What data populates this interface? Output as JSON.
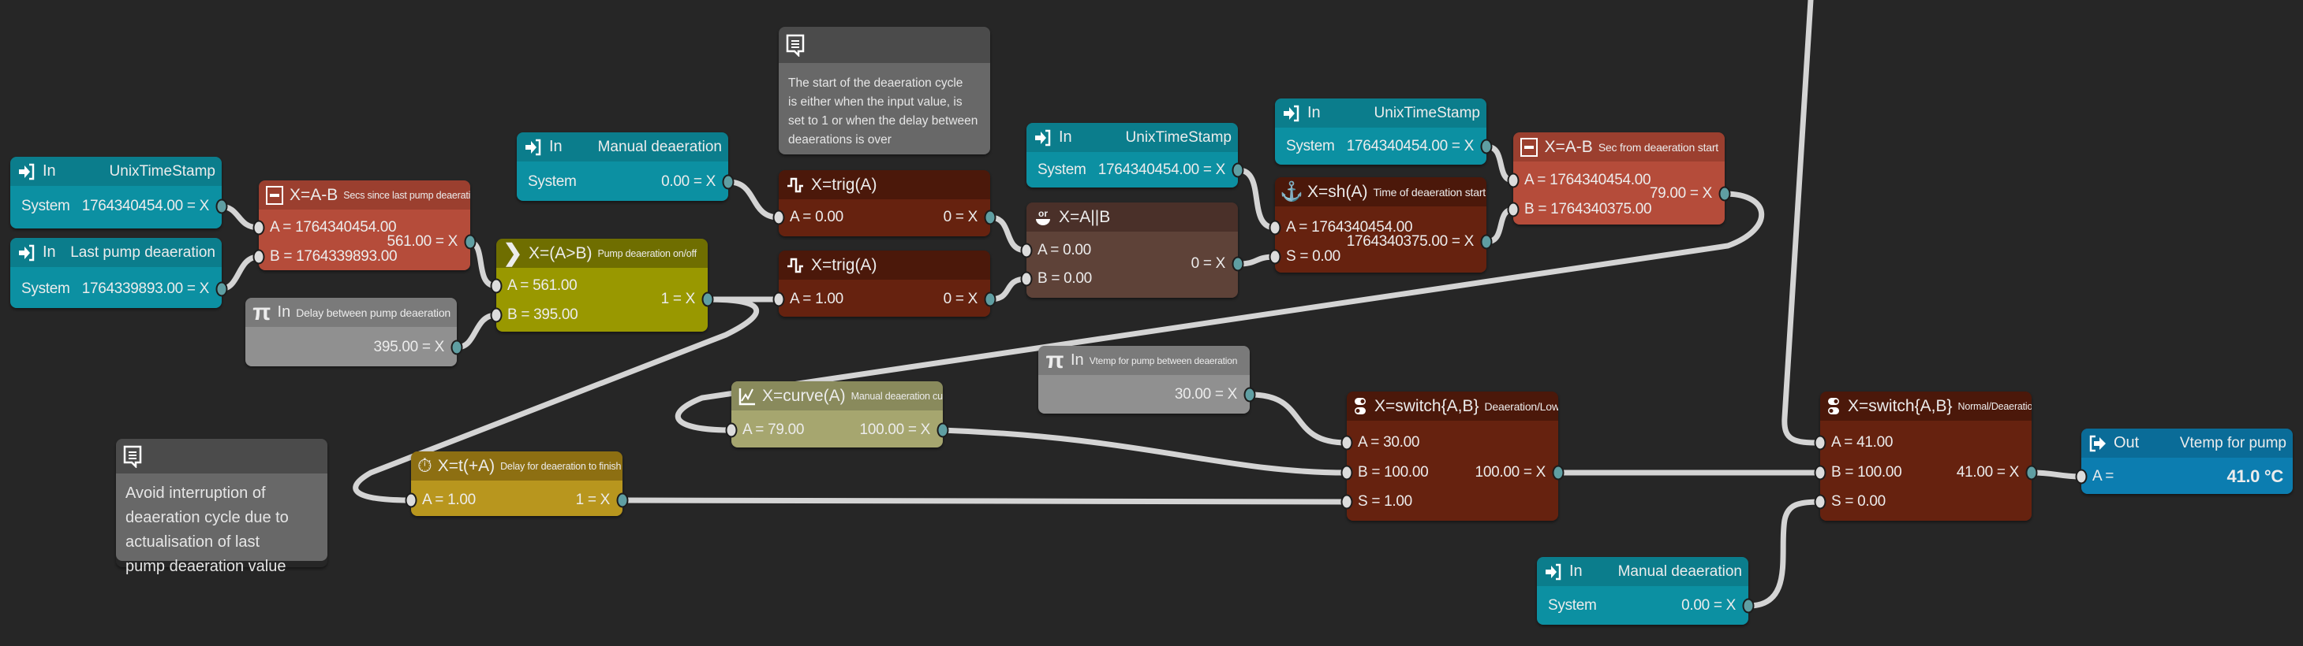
{
  "nodes": {
    "in_unix_1": {
      "kind": "In",
      "title": "UnixTimeStamp",
      "source": "System",
      "output": "1764340454.00 = X"
    },
    "in_last_pump": {
      "kind": "In",
      "title": "Last pump deaeration",
      "source": "System",
      "output": "1764339893.00 = X"
    },
    "sub_secs_since": {
      "formula": "X=A-B",
      "title": "Secs since last pump deaeration",
      "a": "A = 1764340454.00",
      "b": "B = 1764339893.00",
      "output": "561.00 = X"
    },
    "const_delay": {
      "kind": "In",
      "title": "Delay between pump deaeration",
      "output": "395.00 = X"
    },
    "cmp_pump": {
      "formula": "X=(A>B)",
      "title": "Pump deaeration on/off",
      "a": "A = 561.00",
      "b": "B = 395.00",
      "output": "1 = X"
    },
    "in_manual_1": {
      "kind": "In",
      "title": "Manual deaeration",
      "source": "System",
      "output": "0.00 = X"
    },
    "comment_1": {
      "lines": [
        "The start of the deaeration cycle",
        "is either when the input value, is",
        "set to 1 or when the delay between",
        "deaerations is over"
      ]
    },
    "trig_1": {
      "formula": "X=trig(A)",
      "a": "A = 0.00",
      "output": "0 = X"
    },
    "trig_2": {
      "formula": "X=trig(A)",
      "a": "A = 1.00",
      "output": "0 = X"
    },
    "in_unix_2": {
      "kind": "In",
      "title": "UnixTimeStamp",
      "source": "System",
      "output": "1764340454.00 = X"
    },
    "or": {
      "icon_label": "or",
      "formula": "X=A||B",
      "a": "A = 0.00",
      "b": "B = 0.00",
      "output": "0 = X"
    },
    "in_unix_3": {
      "kind": "In",
      "title": "UnixTimeStamp",
      "source": "System",
      "output": "1764340454.00 = X"
    },
    "sh": {
      "formula": "X=sh(A)",
      "title": "Time of deaeration start",
      "a": "A = 1764340454.00",
      "s": "S = 0.00",
      "output": "1764340375.00 = X"
    },
    "sub_sec_from": {
      "formula": "X=A-B",
      "title": "Sec from deaeration start",
      "a": "A = 1764340454.00",
      "b": "B = 1764340375.00",
      "output": "79.00 = X"
    },
    "curve": {
      "formula": "X=curve(A)",
      "title": "Manual deaeration curve",
      "a": "A = 79.00",
      "output": "100.00 = X"
    },
    "comment_2": {
      "lines": [
        "Avoid interruption of",
        "deaeration cycle due to",
        "actualisation of last",
        "pump deaeration value"
      ]
    },
    "timer": {
      "formula": "X=t(+A)",
      "title": "Delay for deaeration to finish",
      "a": "A = 1.00",
      "output": "1 = X"
    },
    "const_vtemp": {
      "kind": "In",
      "title": "Vtemp for pump between deaeration",
      "output": "30.00 = X"
    },
    "switch_1": {
      "formula": "X=switch{A,B}",
      "title": "Deaeration/Low",
      "a": "A = 30.00",
      "b": "B = 100.00",
      "s": "S = 1.00",
      "output": "100.00 = X"
    },
    "switch_2": {
      "formula": "X=switch{A,B}",
      "title": "Normal/Deaeration",
      "a": "A = 41.00",
      "b": "B = 100.00",
      "s": "S = 0.00",
      "output": "41.00 = X"
    },
    "out": {
      "kind": "Out",
      "title": "Vtemp for pump",
      "a": "A =",
      "value": "41.0 °C"
    },
    "in_manual_2": {
      "kind": "In",
      "title": "Manual deaeration",
      "source": "System",
      "output": "0.00 = X"
    }
  },
  "colors": {
    "background": "#262626",
    "wire": "#d4d4d4",
    "input_node": "#0c90a2",
    "output_node": "#0c7db0",
    "logic_node": "#66220f"
  }
}
